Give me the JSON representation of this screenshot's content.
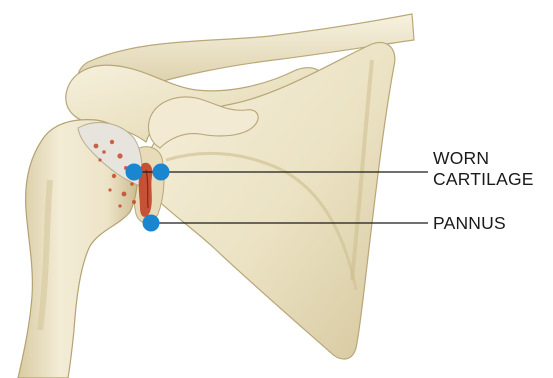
{
  "labels": {
    "worn_cartilage_line1": "WORN",
    "worn_cartilage_line2": "CARTILAGE",
    "pannus": "PANNUS"
  },
  "colors": {
    "marker": "#1a86cf",
    "leader_line": "#1a1a1a",
    "bone_light": "#f1ead3",
    "bone_mid": "#e2d7b4",
    "bone_shadow": "#c9b98c",
    "inflammation": "#c8482c"
  }
}
